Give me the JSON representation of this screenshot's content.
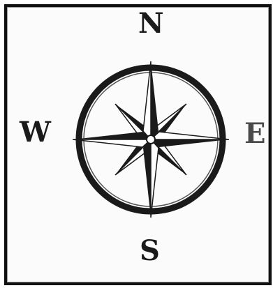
{
  "compass_rose": {
    "north_label": "N",
    "south_label": "S",
    "west_label": "W",
    "east_label": "E"
  },
  "colors": {
    "ink": "#1a1a1a",
    "frame": "#111111",
    "background": "#ffffff"
  },
  "icons": [
    "compass-rose-icon"
  ]
}
